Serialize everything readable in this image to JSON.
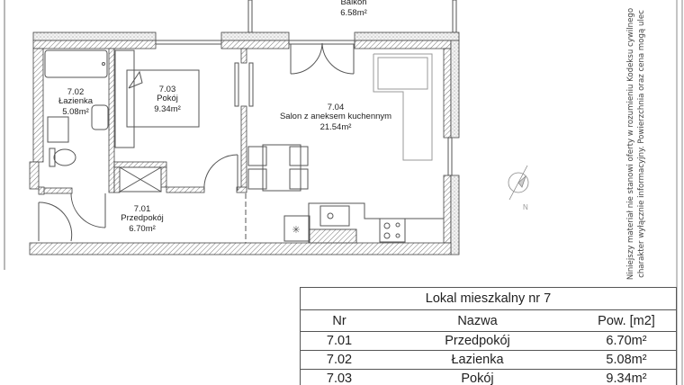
{
  "rooms": {
    "balkon": {
      "name": "Balkon",
      "area": "6.58m²"
    },
    "r701": {
      "nr": "7.01",
      "name": "Przedpokój",
      "area": "6.70m²"
    },
    "r702": {
      "nr": "7.02",
      "name": "Łazienka",
      "area": "5.08m²"
    },
    "r703": {
      "nr": "7.03",
      "name": "Pokój",
      "area": "9.34m²"
    },
    "r704": {
      "nr": "7.04",
      "name": "Salon z aneksem kuchennym",
      "area": "21.54m²"
    }
  },
  "legal_note": {
    "line1": "Niniejszy materiał nie stanowi oferty w rozumieniu Kodeksu cywilnego",
    "line2": "charakter wyłącznie informacyjny. Powierzchnia oraz cena mogą ulec"
  },
  "table": {
    "title": "Lokal mieszkalny nr 7",
    "headers": [
      "Nr",
      "Nazwa",
      "Pow. [m2]"
    ],
    "rows": [
      [
        "7.01",
        "Przedpokój",
        "6.70m²"
      ],
      [
        "7.02",
        "Łazienka",
        "5.08m²"
      ],
      [
        "7.03",
        "Pokój",
        "9.34m²"
      ]
    ]
  },
  "icons": {
    "compass": "north-arrow-icon"
  }
}
